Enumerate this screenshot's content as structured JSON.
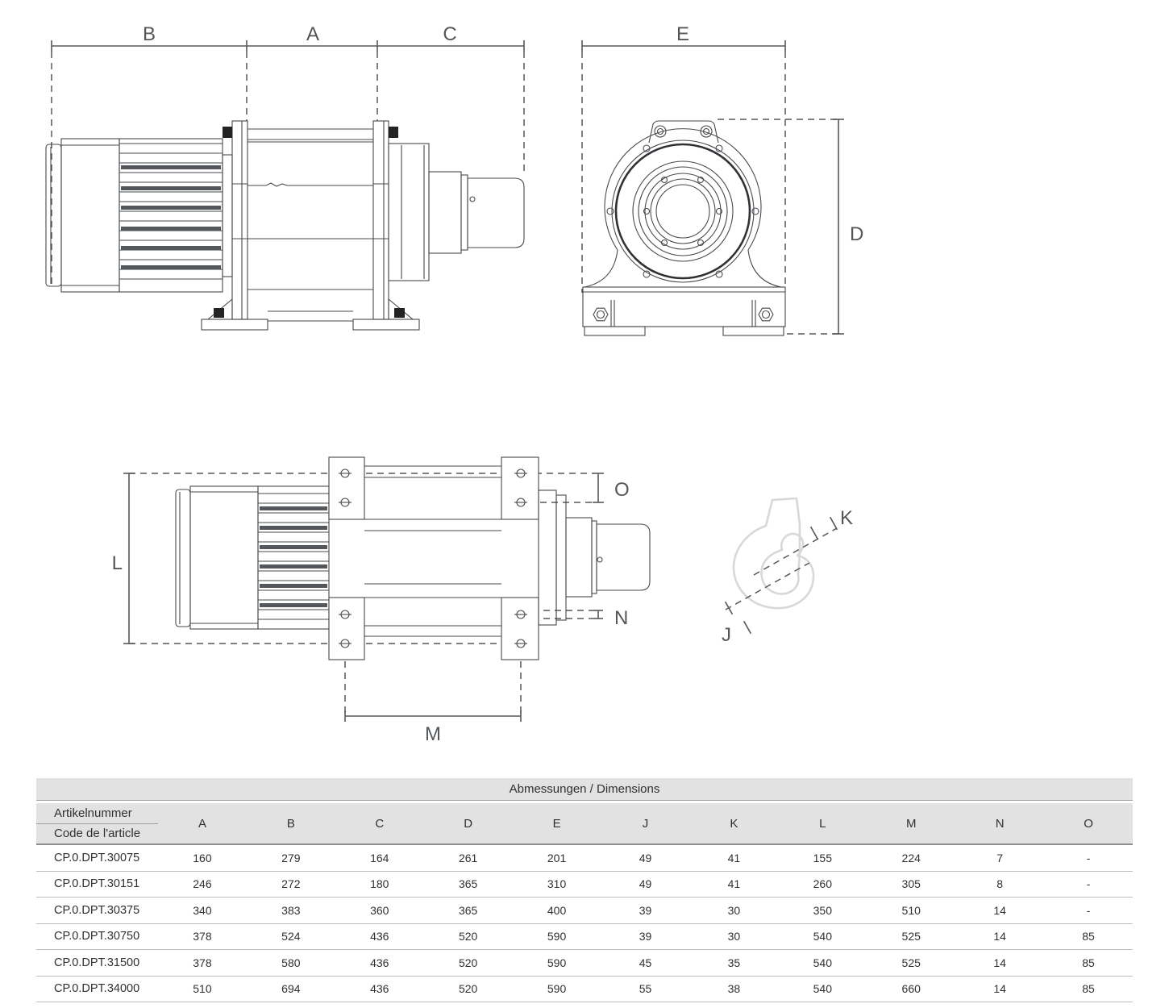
{
  "drawings": {
    "side_view": {
      "labels": {
        "b": "B",
        "a": "A",
        "c": "C"
      }
    },
    "front_view": {
      "labels": {
        "e": "E",
        "d": "D"
      }
    },
    "top_view": {
      "labels": {
        "l": "L",
        "o": "O",
        "n": "N",
        "m": "M"
      }
    },
    "hook_view": {
      "labels": {
        "k": "K",
        "j": "J"
      }
    }
  },
  "colors": {
    "dimension_line": "#55585c",
    "drawing_line": "#47494d",
    "hook_outline": "#d6d8da",
    "table_header_bg": "#e2e2e2",
    "table_text": "#2e3033"
  },
  "dimensions_table": {
    "title": "Abmessungen / Dimensions",
    "row_header_line1": "Artikelnummer",
    "row_header_line2": "Code de l'article",
    "columns": [
      "A",
      "B",
      "C",
      "D",
      "E",
      "J",
      "K",
      "L",
      "M",
      "N",
      "O"
    ],
    "rows": [
      {
        "code": "CP.0.DPT.30075",
        "values": [
          "160",
          "279",
          "164",
          "261",
          "201",
          "49",
          "41",
          "155",
          "224",
          "7",
          "-"
        ]
      },
      {
        "code": "CP.0.DPT.30151",
        "values": [
          "246",
          "272",
          "180",
          "365",
          "310",
          "49",
          "41",
          "260",
          "305",
          "8",
          "-"
        ]
      },
      {
        "code": "CP.0.DPT.30375",
        "values": [
          "340",
          "383",
          "360",
          "365",
          "400",
          "39",
          "30",
          "350",
          "510",
          "14",
          "-"
        ]
      },
      {
        "code": "CP.0.DPT.30750",
        "values": [
          "378",
          "524",
          "436",
          "520",
          "590",
          "39",
          "30",
          "540",
          "525",
          "14",
          "85"
        ]
      },
      {
        "code": "CP.0.DPT.31500",
        "values": [
          "378",
          "580",
          "436",
          "520",
          "590",
          "45",
          "35",
          "540",
          "525",
          "14",
          "85"
        ]
      },
      {
        "code": "CP.0.DPT.34000",
        "values": [
          "510",
          "694",
          "436",
          "520",
          "590",
          "55",
          "38",
          "540",
          "660",
          "14",
          "85"
        ]
      }
    ]
  }
}
